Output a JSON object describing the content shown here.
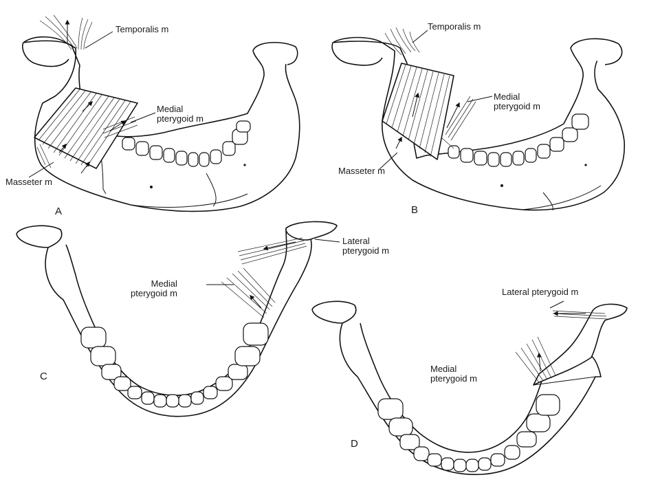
{
  "panels": {
    "A": {
      "letter": "A",
      "labels": {
        "temporalis": "Temporalis m",
        "medial_pterygoid": "Medial\npterygoid m",
        "masseter": "Masseter m"
      }
    },
    "B": {
      "letter": "B",
      "labels": {
        "temporalis": "Temporalis m",
        "medial_pterygoid": "Medial\npterygoid m",
        "masseter": "Masseter m"
      }
    },
    "C": {
      "letter": "C",
      "labels": {
        "lateral_pterygoid": "Lateral\npterygoid m",
        "medial_pterygoid": "Medial\npterygoid m"
      }
    },
    "D": {
      "letter": "D",
      "labels": {
        "lateral_pterygoid": "Lateral pterygoid m",
        "medial_pterygoid": "Medial\npterygoid m"
      }
    }
  },
  "colors": {
    "line": "#111111",
    "background": "#ffffff"
  }
}
